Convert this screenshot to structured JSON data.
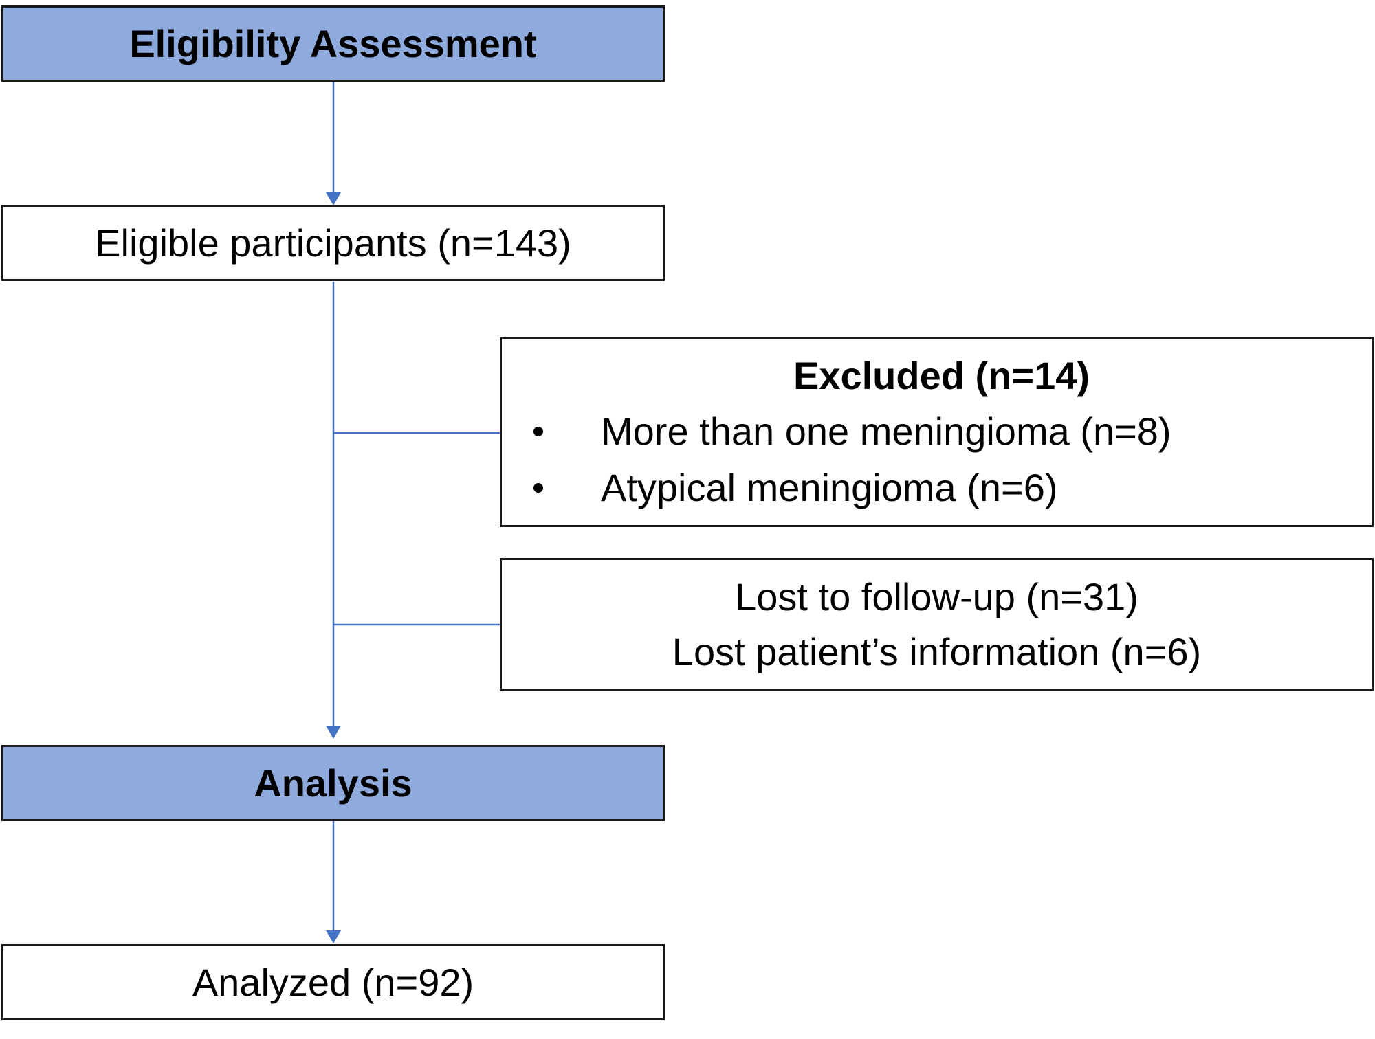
{
  "colors": {
    "header_fill": "#8faadc",
    "connector": "#4472c4",
    "border": "#1a1a1a"
  },
  "nodes": {
    "eligibility": {
      "label": "Eligibility Assessment"
    },
    "eligible": {
      "label": "Eligible participants (n=143)"
    },
    "excluded": {
      "title": "Excluded (n=14)",
      "items": [
        {
          "label": "More than one meningioma (n=8)"
        },
        {
          "label": "Atypical meningioma (n=6)"
        }
      ]
    },
    "lost": {
      "lines": [
        {
          "label": "Lost to follow-up (n=31)"
        },
        {
          "label": "Lost patient’s information (n=6)"
        }
      ]
    },
    "analysis": {
      "label": "Analysis"
    },
    "analyzed": {
      "label": "Analyzed (n=92)"
    }
  },
  "edges": [
    {
      "from": "eligibility",
      "to": "eligible",
      "arrow": true
    },
    {
      "from": "eligible",
      "to": "analysis",
      "arrow": true
    },
    {
      "from": "eligible",
      "to": "excluded",
      "arrow": false
    },
    {
      "from": "eligible",
      "to": "lost",
      "arrow": false
    },
    {
      "from": "analysis",
      "to": "analyzed",
      "arrow": true
    }
  ]
}
